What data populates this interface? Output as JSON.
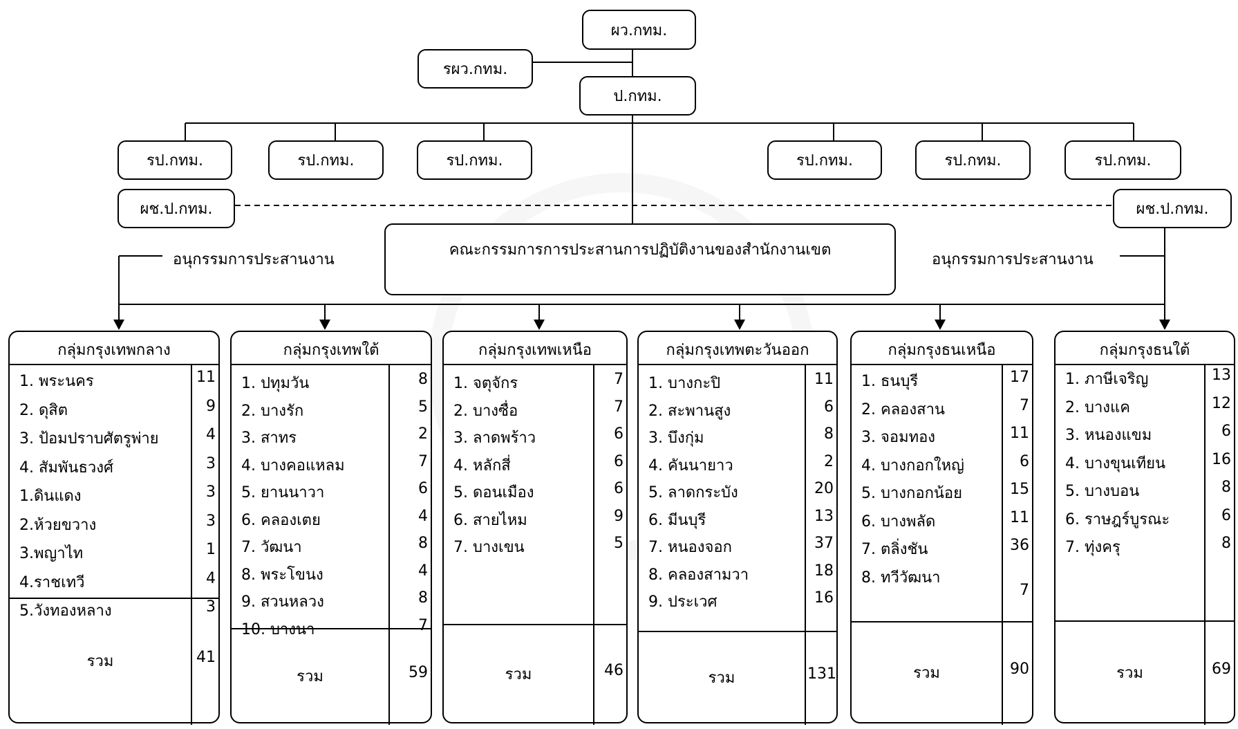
{
  "top": {
    "governor": "ผว.กทม.",
    "deputy_governor": "รผว.กทม.",
    "permanent_secretary": "ป.กทม.",
    "deputy_permanent": [
      "รป.กทม.",
      "รป.กทม.",
      "รป.กทม.",
      "รป.กทม.",
      "รป.กทม.",
      "รป.กทม."
    ],
    "assistant_left": "ผช.ป.กทม.",
    "assistant_right": "ผช.ป.กทม.",
    "committee": "คณะกรรมการการประสานการปฏิบัติงานของสำนักงานเขต",
    "sub_left": "อนุกรรมการประสานงาน",
    "sub_right": "อนุกรรมการประสานงาน"
  },
  "groups": [
    {
      "title": "กลุ่มกรุงเทพกลาง",
      "items": [
        {
          "name": "1. พระนคร",
          "n": "11"
        },
        {
          "name": "2. ดุสิต",
          "n": "9"
        },
        {
          "name": "3. ป้อมปราบศัตรูพ่าย",
          "n": "4"
        },
        {
          "name": "4. สัมพันธวงศ์",
          "n": "3"
        },
        {
          "name": "1.ดินแดง",
          "n": "3"
        },
        {
          "name": "2.ห้วยขวาง",
          "n": "3"
        },
        {
          "name": "3.พญาไท",
          "n": "1"
        },
        {
          "name": "4.ราชเทวี",
          "n": "4"
        },
        {
          "name": "5.วังทองหลาง",
          "n": "3"
        }
      ],
      "total_label": "รวม",
      "total": "41"
    },
    {
      "title": "กลุ่มกรุงเทพใต้",
      "items": [
        {
          "name": "1. ปทุมวัน",
          "n": "8"
        },
        {
          "name": "2. บางรัก",
          "n": "5"
        },
        {
          "name": "3. สาทร",
          "n": "2"
        },
        {
          "name": "4. บางคอแหลม",
          "n": "7"
        },
        {
          "name": "5. ยานนาวา",
          "n": "6"
        },
        {
          "name": "6. คลองเตย",
          "n": "4"
        },
        {
          "name": "7. วัฒนา",
          "n": "8"
        },
        {
          "name": "8. พระโขนง",
          "n": "4"
        },
        {
          "name": "9. สวนหลวง",
          "n": "8"
        },
        {
          "name": "10. บางนา",
          "n": "7"
        }
      ],
      "total_label": "รวม",
      "total": "59"
    },
    {
      "title": "กลุ่มกรุงเทพเหนือ",
      "items": [
        {
          "name": "1. จตุจักร",
          "n": "7"
        },
        {
          "name": "2. บางซื่อ",
          "n": "7"
        },
        {
          "name": "3. ลาดพร้าว",
          "n": "6"
        },
        {
          "name": "4. หลักสี่",
          "n": "6"
        },
        {
          "name": "5. ดอนเมือง",
          "n": "6"
        },
        {
          "name": "6. สายไหม",
          "n": "9"
        },
        {
          "name": "7. บางเขน",
          "n": "5"
        }
      ],
      "total_label": "รวม",
      "total": "46"
    },
    {
      "title": "กลุ่มกรุงเทพตะวันออก",
      "items": [
        {
          "name": "1. บางกะปิ",
          "n": "11"
        },
        {
          "name": "2. สะพานสูง",
          "n": "6"
        },
        {
          "name": "3. บึงกุ่ม",
          "n": "8"
        },
        {
          "name": "4. คันนายาว",
          "n": "2"
        },
        {
          "name": "5. ลาดกระบัง",
          "n": "20"
        },
        {
          "name": "6. มีนบุรี",
          "n": "13"
        },
        {
          "name": "7. หนองจอก",
          "n": "37"
        },
        {
          "name": "8. คลองสามวา",
          "n": "18"
        },
        {
          "name": "9. ประเวศ",
          "n": "16"
        }
      ],
      "total_label": "รวม",
      "total": "131"
    },
    {
      "title": "กลุ่มกรุงธนเหนือ",
      "items": [
        {
          "name": "1. ธนบุรี",
          "n": "17"
        },
        {
          "name": "2. คลองสาน",
          "n": "7"
        },
        {
          "name": "3. จอมทอง",
          "n": "11"
        },
        {
          "name": "4. บางกอกใหญ่",
          "n": "6"
        },
        {
          "name": "5. บางกอกน้อย",
          "n": "15"
        },
        {
          "name": "6. บางพลัด",
          "n": "11"
        },
        {
          "name": "7. ตลิ่งชัน",
          "n": "36"
        },
        {
          "name": "8. ทวีวัฒนา",
          "n": "7"
        }
      ],
      "total_label": "รวม",
      "total": "90"
    },
    {
      "title": "กลุ่มกรุงธนใต้",
      "items": [
        {
          "name": "1.  ภาษีเจริญ",
          "n": "13"
        },
        {
          "name": "2. บางแค",
          "n": "12"
        },
        {
          "name": "3. หนองแขม",
          "n": "6"
        },
        {
          "name": "4. บางขุนเทียน",
          "n": "16"
        },
        {
          "name": "5. บางบอน",
          "n": "8"
        },
        {
          "name": "6. ราษฎร์บูรณะ",
          "n": "6"
        },
        {
          "name": "7. ทุ่งครุ",
          "n": "8"
        }
      ],
      "total_label": "รวม",
      "total": "69"
    }
  ]
}
